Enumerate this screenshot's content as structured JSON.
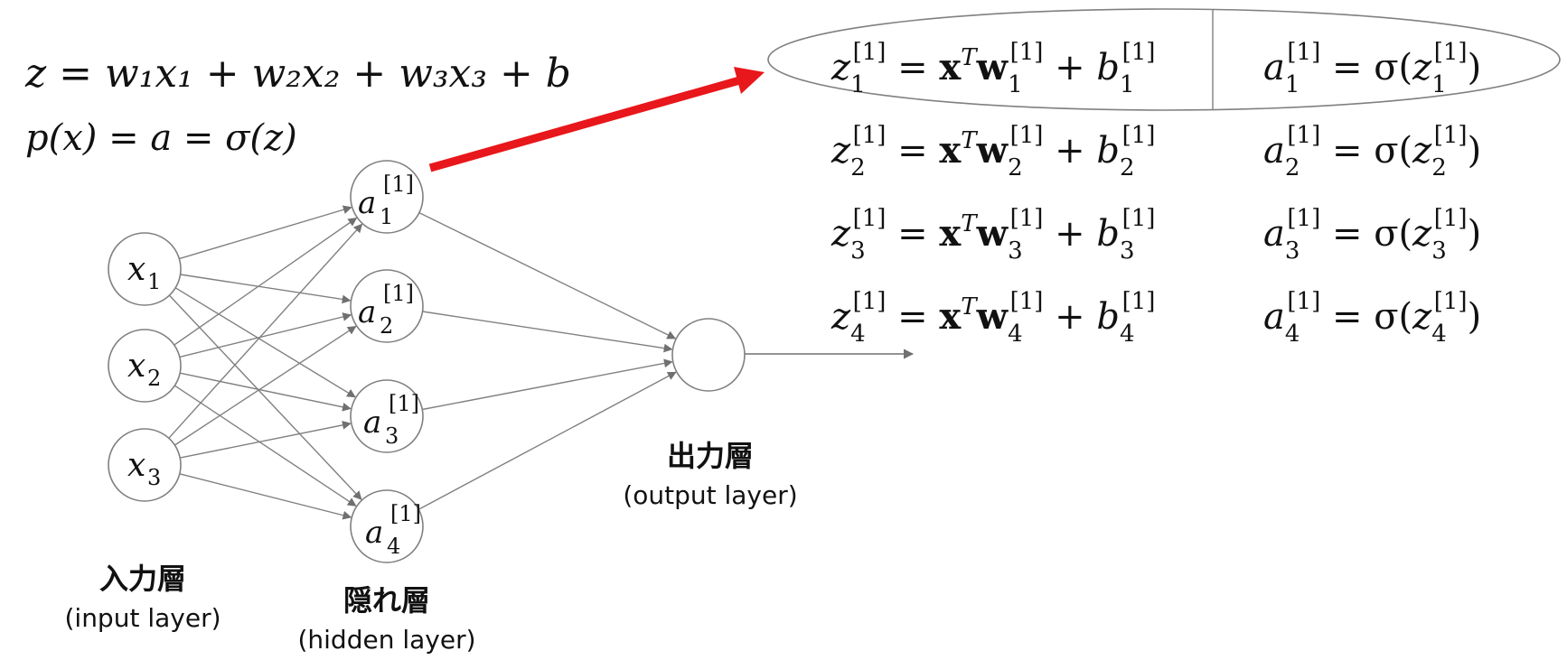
{
  "equations": {
    "top_line": "z = w₁x₁ + w₂x₂ + w₃x₃ + b",
    "second_line": "p(x) = a = σ(z)"
  },
  "input_nodes": [
    {
      "base": "x",
      "sub": "1"
    },
    {
      "base": "x",
      "sub": "2"
    },
    {
      "base": "x",
      "sub": "3"
    }
  ],
  "hidden_nodes": [
    {
      "base": "a",
      "sup": "[1]",
      "sub": "1"
    },
    {
      "base": "a",
      "sup": "[1]",
      "sub": "2"
    },
    {
      "base": "a",
      "sup": "[1]",
      "sub": "3"
    },
    {
      "base": "a",
      "sup": "[1]",
      "sub": "4"
    }
  ],
  "layer_labels": {
    "input_jp": "入力層",
    "input_en": "(input layer)",
    "hidden_jp": "隠れ層",
    "hidden_en": "(hidden layer)",
    "output_jp": "出力層",
    "output_en": "(output layer)"
  },
  "neuron_equations": [
    {
      "z_lhs": "z",
      "lhs_sub": "1",
      "sup": "[1]",
      "eq": " = ",
      "x": "x",
      "T": "T",
      "w": "w",
      "plus": " + ",
      "b": "b",
      "a_lhs": "a",
      "a_rhs": " = σ(",
      "close": ")"
    },
    {
      "z_lhs": "z",
      "lhs_sub": "2",
      "sup": "[1]",
      "eq": " = ",
      "x": "x",
      "T": "T",
      "w": "w",
      "plus": " + ",
      "b": "b",
      "a_lhs": "a",
      "a_rhs": " = σ(",
      "close": ")"
    },
    {
      "z_lhs": "z",
      "lhs_sub": "3",
      "sup": "[1]",
      "eq": " = ",
      "x": "x",
      "T": "T",
      "w": "w",
      "plus": " + ",
      "b": "b",
      "a_lhs": "a",
      "a_rhs": " = σ(",
      "close": ")"
    },
    {
      "z_lhs": "z",
      "lhs_sub": "4",
      "sup": "[1]",
      "eq": " = ",
      "x": "x",
      "T": "T",
      "w": "w",
      "plus": " + ",
      "b": "b",
      "a_lhs": "a",
      "a_rhs": " = σ(",
      "close": ")"
    }
  ],
  "colors": {
    "highlight_arrow": "#e8171b",
    "edge": "#808080",
    "node_stroke": "#808080"
  }
}
